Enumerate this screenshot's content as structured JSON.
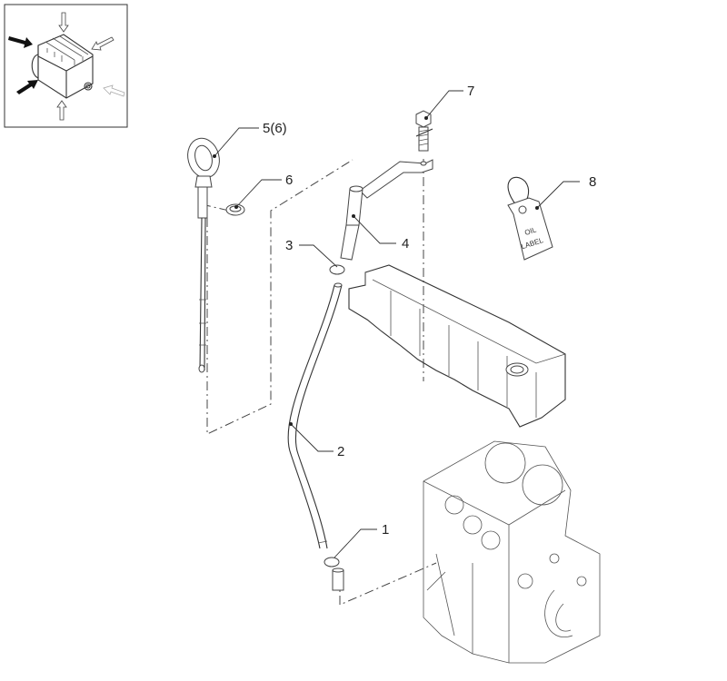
{
  "diagram": {
    "type": "exploded-parts-view",
    "orientation_icon": "engine-orientation-icon",
    "callouts": [
      {
        "id": "1",
        "label": "1",
        "part": "seal-ring-lower"
      },
      {
        "id": "2",
        "label": "2",
        "part": "dipstick-tube"
      },
      {
        "id": "3",
        "label": "3",
        "part": "seal-ring-upper"
      },
      {
        "id": "4",
        "label": "4",
        "part": "tube-bracket"
      },
      {
        "id": "5",
        "label": "5(6)",
        "part": "dipstick"
      },
      {
        "id": "6",
        "label": "6",
        "part": "o-ring"
      },
      {
        "id": "7",
        "label": "7",
        "part": "bolt"
      },
      {
        "id": "8",
        "label": "8",
        "part": "oil-label-tag"
      }
    ],
    "tag": {
      "line1": "OIL",
      "line2": "LABEL"
    },
    "colors": {
      "line": "#333333",
      "background": "#ffffff",
      "arrow_dark": "#111111"
    }
  }
}
